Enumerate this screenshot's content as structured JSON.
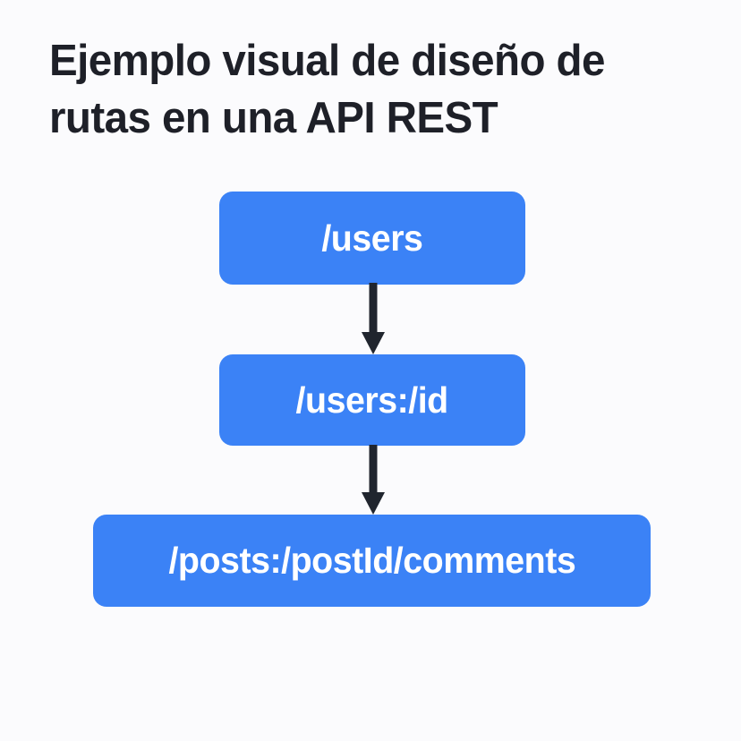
{
  "page": {
    "background_color": "#fbfbfd",
    "title_color": "#1e2028",
    "accent_color": "#3b82f6",
    "node_text_color": "#ffffff",
    "connector_color": "#20252e"
  },
  "header": {
    "title_line_1": "Ejemplo visual de diseño de",
    "title_line_2": "rutas en una API REST",
    "title_full": "Ejemplo visual de diseño de rutas en una API REST"
  },
  "diagram": {
    "type": "flowchart",
    "direction": "top-to-bottom",
    "nodes": [
      {
        "id": "users",
        "label": "/users"
      },
      {
        "id": "users_id",
        "label": "/users:/id"
      },
      {
        "id": "posts_comments",
        "label": "/posts:/postId/comments"
      }
    ],
    "connectors": [
      {
        "id": "arrow_1",
        "from": "users",
        "to": "users_id",
        "icon": "arrow-down-icon"
      },
      {
        "id": "arrow_2",
        "from": "users_id",
        "to": "posts_comments",
        "icon": "arrow-down-icon"
      }
    ]
  }
}
